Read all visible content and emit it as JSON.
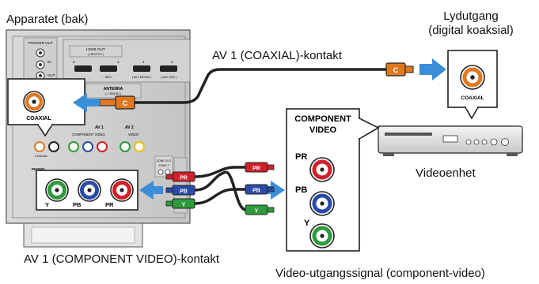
{
  "labels": {
    "device_back": "Apparatet (bak)",
    "audio_out_line1": "Lydutgang",
    "audio_out_line2": "(digital koaksial)",
    "av1_coaxial_jack": "AV 1 (COAXIAL)-kontakt",
    "video_device": "Videoenhet",
    "av1_component_jack": "AV 1 (COMPONENT VIDEO)-kontakt",
    "video_output_signal": "Video-utgangssignal (component-video)"
  },
  "panel": {
    "trigger_out": "TRIGGER OUT",
    "in": "IN",
    "out": "OUT",
    "hdmi_out": "HDMI OUT",
    "hdcp": "( HDCP2.2 )",
    "hdmi_num_2": "2",
    "hdmi_num_1": "1",
    "arc": "ARC",
    "hdmi_num_1b": "1",
    "hdmi_num_2b": "2",
    "av1_movie": "( AV1 MOVIE )",
    "av2_stb": "( AV2 STB )",
    "antenna": "ANTENNA",
    "radio": "( 1 RADIO )",
    "coaxial": "COAXIAL",
    "av1": "AV 1",
    "av2": "AV 2",
    "component_video": "COMPONENT VIDEO",
    "video": "VIDEO",
    "phono": "PHONO",
    "zone_out": "ZONE OUT",
    "zone2": "ZONE 2"
  },
  "connectors": {
    "coaxial_left": "C",
    "coaxial_right": "C",
    "pr": "PR",
    "pb": "PB",
    "y": "Y"
  },
  "jacks_main": {
    "y": "Y",
    "pb": "PB",
    "pr": "PR",
    "coaxial": "COAXIAL"
  },
  "component_box": {
    "title_line1": "COMPONENT",
    "title_line2": "VIDEO",
    "pr": "PR",
    "pb": "PB",
    "y": "Y"
  },
  "player": {
    "coaxial": "COAXIAL"
  },
  "colors": {
    "coaxial_orange": "#E07820",
    "pr_red": "#D0202A",
    "pb_blue": "#2A4BA8",
    "y_green": "#2E9A3C",
    "arrow_blue": "#3A8FD8"
  }
}
